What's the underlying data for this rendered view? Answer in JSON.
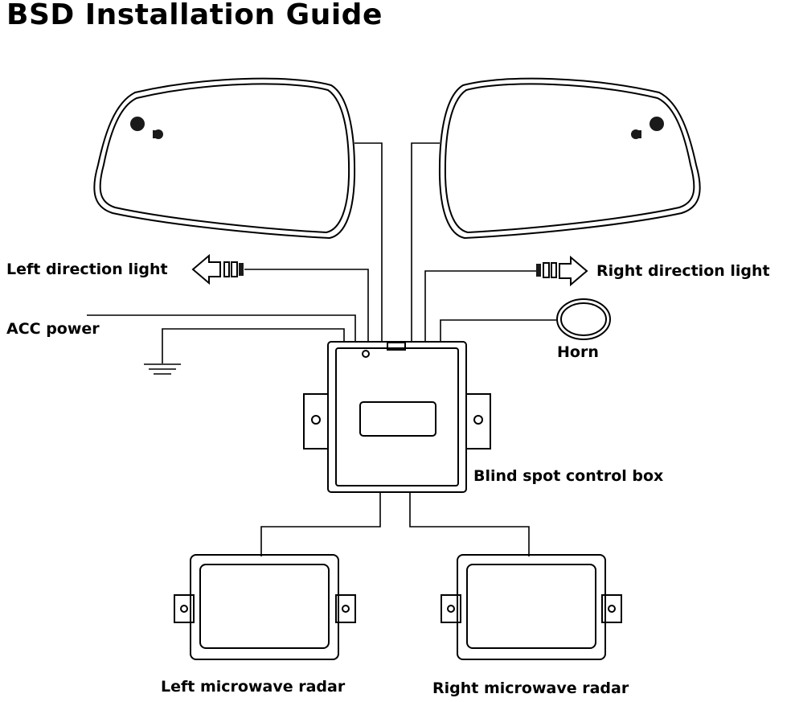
{
  "title": "BSD Installation Guide",
  "labels": {
    "left_direction_light": "Left direction light",
    "right_direction_light": "Right direction light",
    "acc_power": "ACC power",
    "horn": "Horn",
    "control_box": "Blind spot control box",
    "left_radar": "Left microwave radar",
    "right_radar": "Right microwave radar"
  },
  "colors": {
    "line": "#000000",
    "background": "#ffffff"
  }
}
